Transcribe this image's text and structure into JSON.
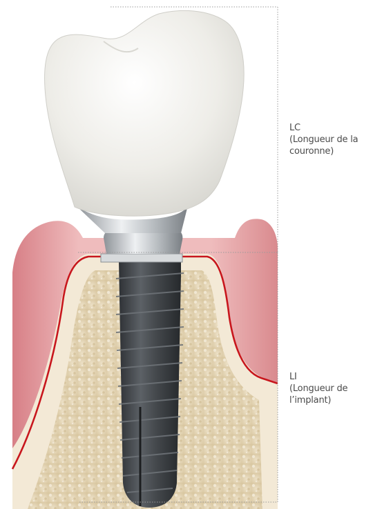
{
  "labels": {
    "crown": {
      "abbr": "LC",
      "desc_line1": "(Longueur de la",
      "desc_line2": "couronne)"
    },
    "implant": {
      "abbr": "LI",
      "desc_line1": "(Longueur de",
      "desc_line2": "l’implant)"
    }
  },
  "colors": {
    "gum": "#ecb3b5",
    "gum_dark": "#d9898d",
    "gum_line": "#c8161d",
    "bone_cortical": "#f1e6d4",
    "bone_spongy": "#e1d1b0",
    "implant": "#484c50",
    "abutment": "#c9cdd1",
    "crown": "#f2f1ed",
    "guide_line": "#9a9a9a"
  }
}
